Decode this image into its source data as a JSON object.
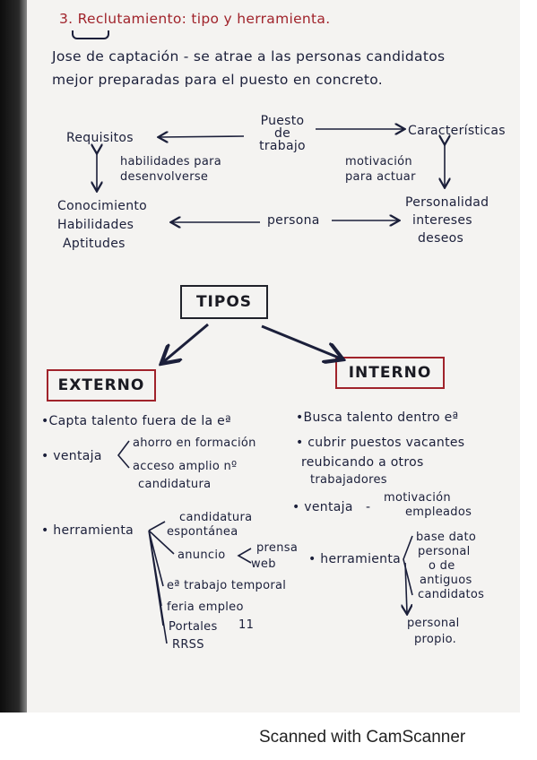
{
  "title": "3. Reclutamiento: tipo y herramienta.",
  "intro": {
    "line1": "Jose de captación - se atrae a las personas candidatos",
    "line2": "mejor preparadas para el puesto en concreto."
  },
  "diagram": {
    "puesto": "Puesto de trabajo",
    "requisitos": "Requisitos",
    "caracteristicas": "Características",
    "habilidades_desenvolverse": "habilidades para desenvolverse",
    "motivacion_actuar": "motivación para actuar",
    "conocimiento": "Conocimiento",
    "habilidades": "Habilidades",
    "aptitudes": "Aptitudes",
    "persona": "persona",
    "personalidad": "Personalidad",
    "intereses": "intereses",
    "deseos": "deseos"
  },
  "tipos": "TIPOS",
  "externo": {
    "label": "EXTERNO",
    "capta": "•Capta talento fuera de la eª",
    "ventaja": "• ventaja",
    "ahorro": "ahorro en formación",
    "acceso": "acceso amplio nº",
    "candidatura": "candidatura",
    "herramienta": "• herramienta",
    "tools": {
      "candidatura": "candidatura",
      "espontanea": "espontánea",
      "anuncio": "anuncio",
      "prensa": "prensa",
      "web": "web",
      "eqtrabajo": "eª trabajo temporal",
      "feria": "feria empleo",
      "portales": "Portales",
      "portales_mark": "11",
      "rrss": "RRSS"
    }
  },
  "interno": {
    "label": "INTERNO",
    "busca": "•Busca talento dentro eª",
    "cubrir": "• cubrir puestos vacantes",
    "reubicando": "reubicando a otros",
    "trabajadores": "trabajadores",
    "ventaja": "• ventaja",
    "ventaja_dash": "-",
    "motivacion": "motivación",
    "empleados": "empleados",
    "herramienta": "• herramienta",
    "base_datos": "base dato",
    "personal": "personal",
    "o_de": "o de",
    "antiguos": "antiguos",
    "candidatos": "candidatos",
    "personal2": "personal",
    "propio": "propio."
  },
  "footer": "Scanned with CamScanner"
}
